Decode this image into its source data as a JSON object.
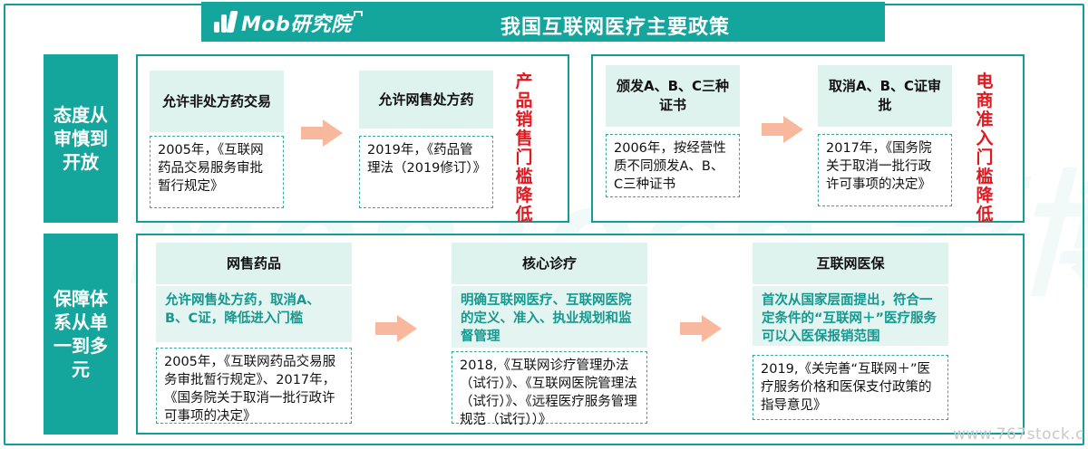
{
  "header": {
    "logo_text": "Mob研究院",
    "title": "我国互联网医疗主要政策"
  },
  "watermark": "MobTech 袤博",
  "corner_mark": "www.767stock.c",
  "rows": [
    {
      "label_lines": [
        "态度从",
        "审慎到",
        "开放"
      ]
    },
    {
      "label_lines": [
        "保障体",
        "系从单",
        "一到多",
        "元"
      ]
    }
  ],
  "top_groups": [
    {
      "cards": [
        {
          "head": "允许非处方药交易",
          "body": "2005年，《互联网药品交易服务审批暂行规定》"
        },
        {
          "head": "允许网售处方药",
          "body": "2019年，《药品管理法（2019修订）》"
        }
      ],
      "side_label": [
        "产",
        "品",
        "销",
        "售",
        "门",
        "槛",
        "降",
        "低"
      ]
    },
    {
      "cards": [
        {
          "head": "颁发A、B、C三种证书",
          "body": "2006年，按经营性质不同颁发A、B、C三种证书"
        },
        {
          "head": "取消A、B、C证审批",
          "body": "2017年，《国务院关于取消一批行政许可事项的决定》"
        }
      ],
      "side_label": [
        "电",
        "商",
        "准",
        "入",
        "门",
        "槛",
        "降",
        "低"
      ]
    }
  ],
  "bottom_cards": [
    {
      "head": "网售药品",
      "highlight": "允许网售处方药，取消A、B、C证，降低进入门槛",
      "body": "2005年，《互联网药品交易服务审批暂行规定》、2017年，《国务院关于取消一批行政许可事项的决定》"
    },
    {
      "head": "核心诊疗",
      "highlight": "明确互联网医疗、互联网医院的定义、准入、执业规划和监督管理",
      "body": "2018,《互联网诊疗管理办法（试行）》、《互联网医院管理法（试行）》、《远程医疗服务管理规范（试行））》"
    },
    {
      "head": "互联网医保",
      "highlight": "首次从国家层面提出，符合一定条件的“互联网＋”医疗服务可以入医保报销范围",
      "body": "2019,《关完善“互联网＋”医疗服务价格和医保支付政策的指导意见》"
    }
  ],
  "colors": {
    "teal": "#14a59c",
    "light_teal": "#dff3ee",
    "highlight_text": "#139990",
    "arrow": "#f7b89e",
    "red": "#e0181f"
  }
}
